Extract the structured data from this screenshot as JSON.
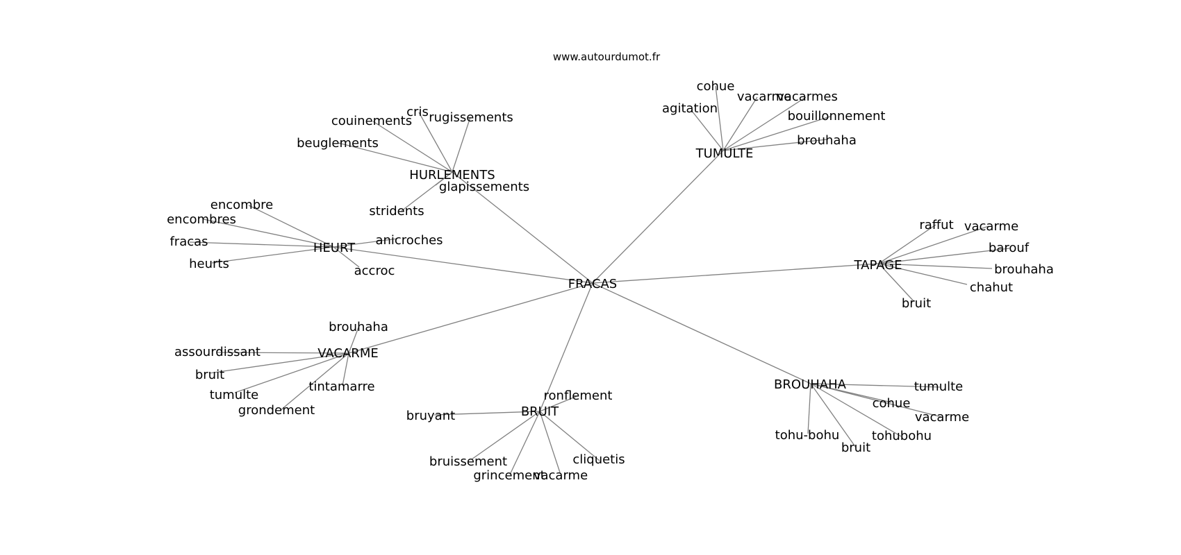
{
  "site": "www.autourdumot.fr",
  "center": "FRACAS",
  "groups": [
    {
      "label": "HURLEMENTS",
      "words": [
        "couinements",
        "cris",
        "rugissements",
        "beuglements",
        "glapissements",
        "stridents"
      ]
    },
    {
      "label": "TUMULTE",
      "words": [
        "cohue",
        "vacarme",
        "vacarmes",
        "agitation",
        "bouillonnement",
        "brouhaha"
      ]
    },
    {
      "label": "HEURT",
      "words": [
        "encombre",
        "encombres",
        "fracas",
        "heurts",
        "anicroches",
        "accroc"
      ]
    },
    {
      "label": "TAPAGE",
      "words": [
        "raffut",
        "vacarme",
        "barouf",
        "brouhaha",
        "chahut",
        "bruit"
      ]
    },
    {
      "label": "VACARME",
      "words": [
        "brouhaha",
        "assourdissant",
        "bruit",
        "tumulte",
        "grondement",
        "tintamarre"
      ]
    },
    {
      "label": "BRUIT",
      "words": [
        "ronflement",
        "bruyant",
        "bruissement",
        "grincement",
        "vacarme",
        "cliquetis"
      ]
    },
    {
      "label": "BROUHAHA",
      "words": [
        "tumulte",
        "cohue",
        "vacarme",
        "tohu-bohu",
        "tohubohu",
        "bruit"
      ]
    }
  ]
}
